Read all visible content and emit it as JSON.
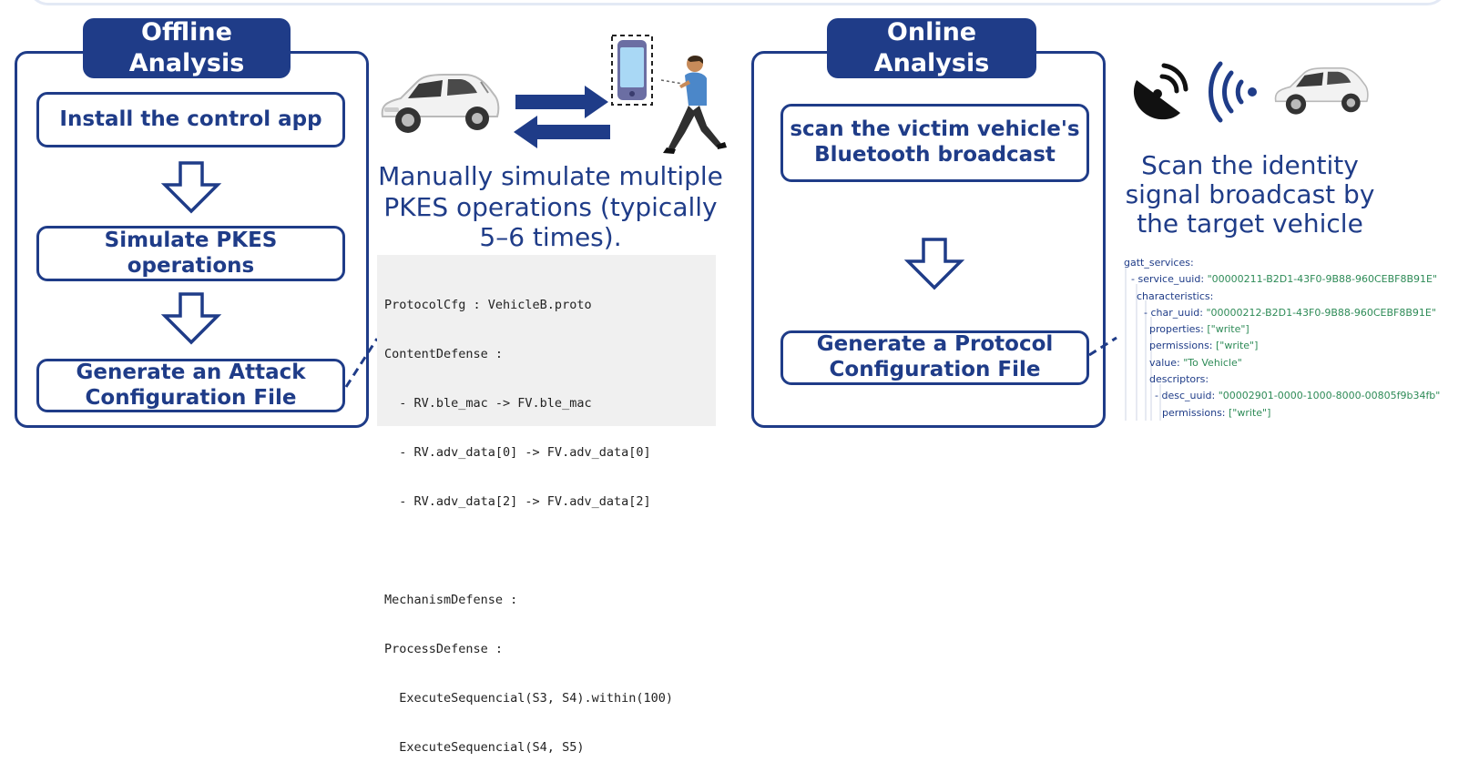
{
  "colors": {
    "primary": "#1f3c88",
    "code_bg": "#f0f0f0",
    "json_value": "#2e8b57"
  },
  "offline": {
    "title": "Offline\nAnalysis",
    "steps": [
      "Install the control app",
      "Simulate PKES operations",
      "Generate an Attack\nConfiguration File"
    ]
  },
  "offline_caption": "Manually simulate multiple\nPKES operations (typically\n5–6 times).",
  "code_lines": [
    "ProtocolCfg : VehicleB.proto",
    "ContentDefense :",
    "  - RV.ble_mac -> FV.ble_mac",
    "  - RV.adv_data[0] -> FV.adv_data[0]",
    "  - RV.adv_data[2] -> FV.adv_data[2]",
    "",
    "MechanismDefense :",
    "ProcessDefense :",
    "  ExecuteSequencial(S3, S4).within(100)",
    "  ExecuteSequencial(S4, S5)"
  ],
  "online": {
    "title": "Online\nAnalysis",
    "steps": [
      "scan the victim vehicle's\nBluetooth broadcast",
      "Generate a Protocol\nConfiguration File"
    ]
  },
  "online_caption": "Scan the identity\nsignal broadcast by\nthe target vehicle",
  "gatt": {
    "root": "gatt_services:",
    "service_key": "- service_uuid: ",
    "service_uuid": "\"00000211-B2D1-43F0-9B88-960CEBF8B91E\"",
    "characteristics": "characteristics:",
    "char_key": "- char_uuid: ",
    "char_uuid": "\"00000212-B2D1-43F0-9B88-960CEBF8B91E\"",
    "properties_key": "properties: ",
    "properties": "[\"write\"]",
    "permissions_key": "permissions: ",
    "permissions": "[\"write\"]",
    "value_key": "value: ",
    "value": "\"To Vehicle\"",
    "descriptors": "descriptors:",
    "desc_key": "- desc_uuid: ",
    "desc_uuid": "\"00002901-0000-1000-8000-00805f9b34fb\"",
    "desc_permissions_key": "permissions: ",
    "desc_permissions": "[\"write\"]"
  },
  "icons": [
    "car-icon",
    "double-arrow-icon",
    "smartphone-icon",
    "walking-person-icon",
    "satellite-dish-icon",
    "wireless-signal-icon",
    "car-icon"
  ]
}
